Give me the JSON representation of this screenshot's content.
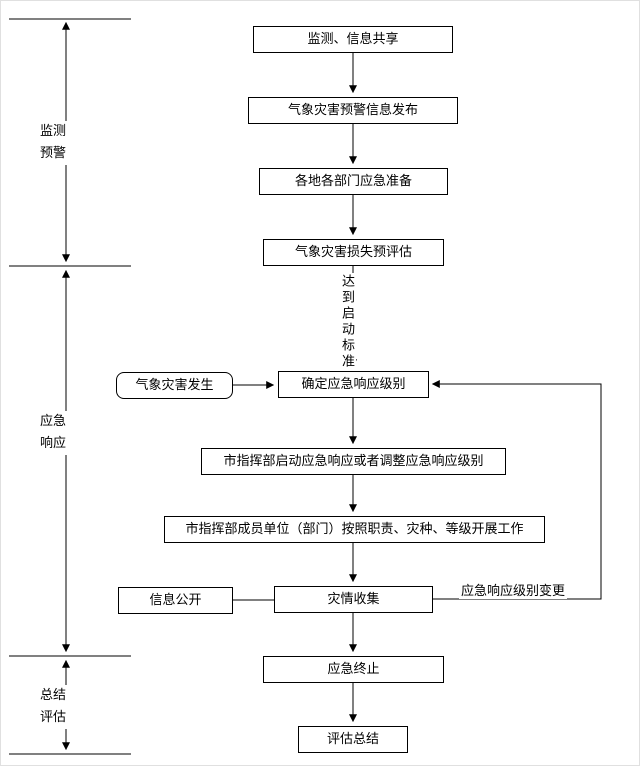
{
  "diagram": {
    "kind": "flowchart",
    "language": "zh-CN",
    "line_color": "#000000",
    "box_fill": "#ffffff"
  },
  "phases": [
    {
      "name": "monitoring-warning",
      "label": "监测\n预警"
    },
    {
      "name": "emergency-response",
      "label": "应急\n响应"
    },
    {
      "name": "summary-evaluation",
      "label": "总结\n评估"
    }
  ],
  "nodes": {
    "monitoring_sharing": "监测、信息共享",
    "warning_release": "气象灾害预警信息发布",
    "local_preparation": "各地各部门应急准备",
    "loss_preassessment": "气象灾害损失预评估",
    "disaster_occurs": "气象灾害发生",
    "determine_level": "确定应急响应级别",
    "start_or_adjust": "市指挥部启动应急响应或者调整应急响应级别",
    "members_work": "市指挥部成员单位（部门）按照职责、灾种、等级开展工作",
    "info_disclosure": "信息公开",
    "disaster_collection": "灾情收集",
    "emergency_termination": "应急终止",
    "evaluation_summary": "评估总结"
  },
  "edge_labels": {
    "activation_criteria": "达到启动标准",
    "level_change": "应急响应级别变更"
  }
}
